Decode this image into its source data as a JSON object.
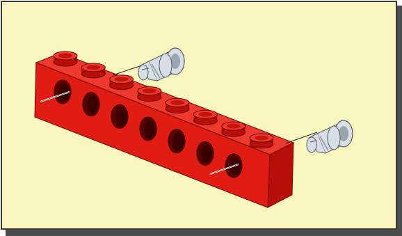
{
  "figure": {
    "background_color": "#f8f5bf",
    "border_color": "#3a3a3a",
    "shadow_color": "#4b4b4b",
    "brick": {
      "color_front": "#e11c12",
      "color_top": "#ee3a2e",
      "color_side": "#b80f08",
      "stud_count": 8,
      "hole_count": 7,
      "hole_color": "#3a0000"
    },
    "pins": {
      "count": 2,
      "color": "#d8dee6",
      "shade": "#9aa4ae",
      "outline": "#555a60"
    }
  }
}
